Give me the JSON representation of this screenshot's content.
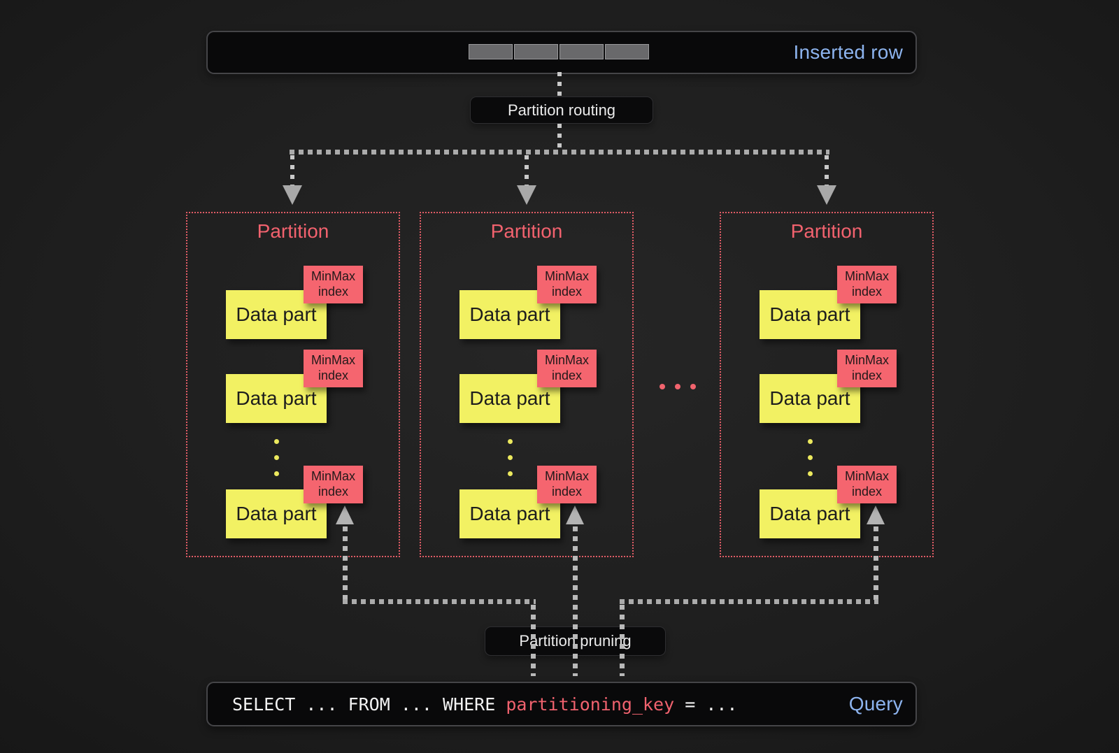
{
  "top_bar": {
    "label": "Inserted row",
    "cell_count": 4
  },
  "routing_label": "Partition routing",
  "pruning_label": "Partition pruning",
  "inter_partition_ellipsis": "...",
  "partitions": [
    {
      "title": "Partition",
      "parts": [
        {
          "label": "Data part",
          "index_label": "MinMax index"
        },
        {
          "label": "Data part",
          "index_label": "MinMax index"
        },
        {
          "label": "Data part",
          "index_label": "MinMax index"
        }
      ]
    },
    {
      "title": "Partition",
      "parts": [
        {
          "label": "Data part",
          "index_label": "MinMax index"
        },
        {
          "label": "Data part",
          "index_label": "MinMax index"
        },
        {
          "label": "Data part",
          "index_label": "MinMax index"
        }
      ]
    },
    {
      "title": "Partition",
      "parts": [
        {
          "label": "Data part",
          "index_label": "MinMax index"
        },
        {
          "label": "Data part",
          "index_label": "MinMax index"
        },
        {
          "label": "Data part",
          "index_label": "MinMax index"
        }
      ]
    }
  ],
  "query_bar": {
    "sql_pre": "SELECT ... FROM ... WHERE ",
    "sql_key": "partitioning_key",
    "sql_post": " = ...",
    "label": "Query"
  },
  "colors": {
    "accent_blue": "#8db4ef",
    "partition_pink": "#f2626e",
    "data_part_yellow": "#f2f163",
    "minmax_red": "#f5656f",
    "connector_gray": "#b9b9b9"
  }
}
